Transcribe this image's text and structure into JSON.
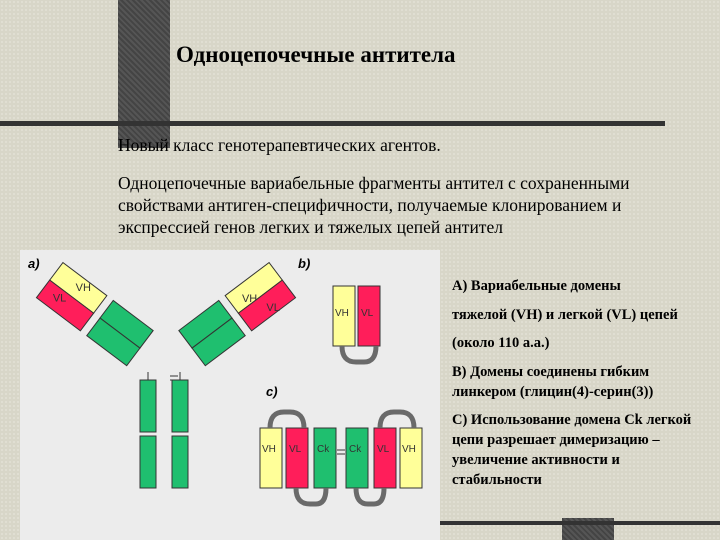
{
  "title": "Одноцепочечные антитела",
  "para1": "Новый класс генотерапевтических агентов.",
  "para2_lines": [
    "Одноцепочечные вариабельные фрагменты антител с сохраненными",
    "свойствами антиген-специфичности, получаемые клонированием и",
    "экспрессией  генов легких и тяжелых цепей антител"
  ],
  "diagram": {
    "panel_labels": {
      "a": "a)",
      "b": "b)",
      "c": "c)"
    },
    "domains": {
      "vh": "VH",
      "vl": "VL",
      "ck": "Ck"
    },
    "colors": {
      "vh": "#ffff99",
      "vl": "#ff1e5a",
      "constant": "#1fbf6f",
      "linker": "#6a6a6a",
      "bg": "#ececec"
    }
  },
  "notes": [
    "А) Вариабельные домены",
    "тяжелой (VH) и легкой (VL) цепей",
    "(около 110 а.а.)",
    "В) Домены соединены гибким линкером (глицин(4)-серин(3))",
    "С) Использование домена Ck легкой цепи разрешает димеризацию – увеличение активности и стабильности"
  ]
}
